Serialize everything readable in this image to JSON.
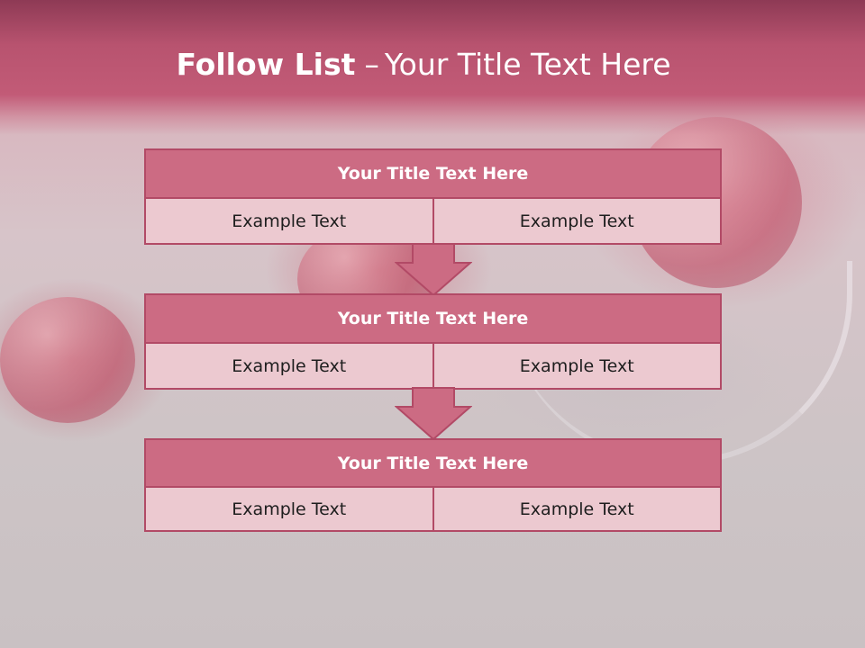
{
  "slide": {
    "title_bold": "Follow List",
    "title_dash": "–",
    "title_rest": "Your Title Text Here"
  },
  "blocks": [
    {
      "title": "Your Title Text Here",
      "left": "Example Text",
      "right": "Example Text"
    },
    {
      "title": "Your Title Text Here",
      "left": "Example Text",
      "right": "Example Text"
    },
    {
      "title": "Your Title Text Here",
      "left": "Example Text",
      "right": "Example Text"
    }
  ],
  "colors": {
    "header": "#c25b77",
    "title_box": "#cc6b83",
    "cell": "#ecc9d0",
    "border": "#b24a66"
  }
}
